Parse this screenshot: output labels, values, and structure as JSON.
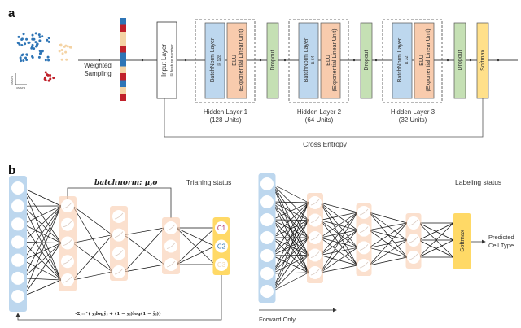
{
  "panel_a": {
    "label": "a",
    "umap_axis_1": "UMAP 1",
    "umap_axis_2": "UMAP 2",
    "sampling": [
      "Weighted",
      "Sampling"
    ],
    "input_layer": "Input Layer",
    "input_dim": "ℝ feature number",
    "hidden_layers": [
      {
        "batchnorm": "BatchNorm Layer",
        "dim": "ℝ 128",
        "elu": "ELU",
        "elu_full": "(Exponential Linear Unit)",
        "name": "Hidden Layer 1",
        "units": "(128 Units)"
      },
      {
        "batchnorm": "BatchNorm Layer",
        "dim": "ℝ 64",
        "elu": "ELU",
        "elu_full": "(Exponential Linear Unit)",
        "name": "Hidden Layer 2",
        "units": "(64 Units)"
      },
      {
        "batchnorm": "BatchNorm Layer",
        "dim": "ℝ 32",
        "elu": "ELU",
        "elu_full": "(Exponential Linear Unit)",
        "name": "Hidden Layer 3",
        "units": "(32 Units)"
      }
    ],
    "dropout": "Dropout",
    "softmax": "Softmax",
    "loss": "Cross Entropy"
  },
  "panel_b": {
    "label": "b",
    "batchnorm_note": "batchnorm: μ,σ",
    "training_title": "Trianing status",
    "classes": [
      "C1",
      "C2",
      "C3"
    ],
    "loss_formula": "-Σⱼ₌₁ᵏ( yⱼlogŷⱼ + (1 − yⱼ)log(1 − ŷⱼ))",
    "labeling_title": "Labeling status",
    "softmax": "Softmax",
    "output": [
      "Predicted",
      "Cell Type"
    ],
    "forward_only": "Forward Only"
  },
  "colors": {
    "batchnorm": "#bdd7ee",
    "elu": "#f8cbad",
    "dropout": "#c5e0b4",
    "softmax": "#ffe08a",
    "blue": "#2e75b6",
    "peach": "#f4d3a4",
    "red": "#c0202a",
    "class_c1": "#b03060",
    "class_c2": "#2e75b6",
    "class_c3": "#f0d8b8"
  }
}
